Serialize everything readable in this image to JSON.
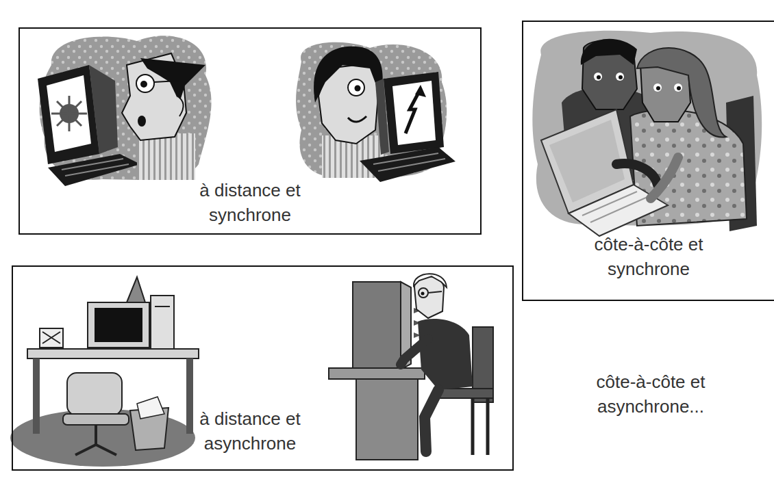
{
  "diagram": {
    "nodes": [
      {
        "text": [
          "à distance et synchrone"
        ]
      },
      {
        "text": [
          "côte-à-côte et synchrone"
        ]
      },
      {
        "text": [
          "à distance et asynchrone"
        ]
      }
    ],
    "labels": [
      "côte-à-côte et asynchrone..."
    ]
  }
}
